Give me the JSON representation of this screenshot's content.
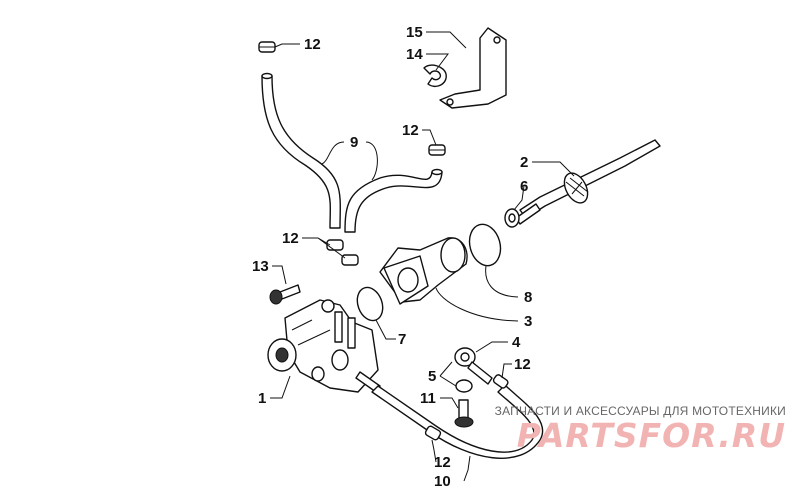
{
  "callouts": {
    "c1": "1",
    "c2": "2",
    "c3": "3",
    "c4": "4",
    "c5": "5",
    "c6": "6",
    "c7": "7",
    "c8": "8",
    "c9": "9",
    "c10": "10",
    "c11": "11",
    "c12a": "12",
    "c12b": "12",
    "c12c": "12",
    "c12d": "12",
    "c12e": "12",
    "c13": "13",
    "c14": "14",
    "c15": "15"
  },
  "watermark": {
    "caption": "ЗАПЧАСТИ И АКСЕССУАРЫ ДЛЯ МОТОТЕХНИКИ",
    "logo": "PARTSFOR.RU"
  }
}
